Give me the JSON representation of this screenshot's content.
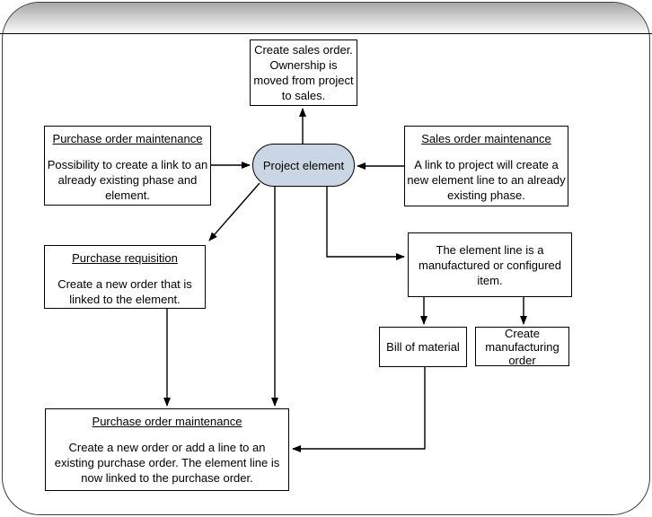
{
  "frame": {
    "band_gradient_top": "#a7a7a7",
    "band_gradient_bottom": "#fdfdfd",
    "border_color": "#3c3c3c",
    "rule_color": "#000000"
  },
  "capsule": {
    "label": "Project element",
    "fill": "#cbd6e4",
    "border": "#000000"
  },
  "nodes": {
    "create_sales_order": {
      "body": "Create sales order. Ownership is moved from project to sales."
    },
    "purchase_order_maintenance_top": {
      "title": "Purchase order maintenance",
      "body": "Possibility to create a link to an already existing phase and element."
    },
    "sales_order_maintenance": {
      "title": "Sales order maintenance",
      "body": "A link to project will create a new element line to an already existing phase."
    },
    "purchase_requisition": {
      "title": "Purchase requisition",
      "body": "Create a new order that is linked to the element."
    },
    "element_line": {
      "body": "The element line is a manufactured or configured item."
    },
    "bill_of_material": {
      "body": "Bill of material"
    },
    "create_manufacturing_order": {
      "body": "Create manufacturing order"
    },
    "purchase_order_maintenance_bottom": {
      "title": "Purchase order maintenance",
      "body": "Create a new order or add a line to an existing purchase order. The element line is now linked to the purchase order."
    }
  },
  "edges": [
    {
      "from": "project-element",
      "to": "create-sales-order"
    },
    {
      "from": "purchase-order-maintenance-top",
      "to": "project-element"
    },
    {
      "from": "sales-order-maintenance",
      "to": "project-element"
    },
    {
      "from": "project-element",
      "to": "purchase-requisition"
    },
    {
      "from": "project-element",
      "to": "purchase-order-maintenance-bottom"
    },
    {
      "from": "project-element",
      "to": "element-line"
    },
    {
      "from": "purchase-requisition",
      "to": "purchase-order-maintenance-bottom"
    },
    {
      "from": "element-line",
      "to": "bill-of-material"
    },
    {
      "from": "element-line",
      "to": "create-manufacturing-order"
    },
    {
      "from": "bill-of-material",
      "to": "purchase-order-maintenance-bottom"
    }
  ]
}
